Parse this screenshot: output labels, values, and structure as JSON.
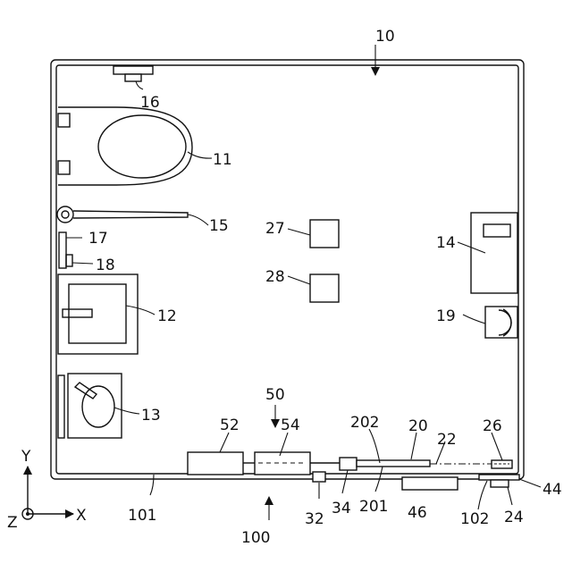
{
  "labels": {
    "room": "10",
    "toilet": "11",
    "sink": "12",
    "basin": "13",
    "cabinet": "14",
    "rail": "15",
    "vent": "16",
    "panel": "17",
    "outlet": "18",
    "light": "19",
    "door": "20",
    "track": "22",
    "motor": "24",
    "sensor_top": "26",
    "sensor_a": "27",
    "sensor_b": "28",
    "unit_small": "32",
    "coupler": "34",
    "bar_46": "46",
    "device_44": "44",
    "system": "50",
    "box_52": "52",
    "box_54": "54",
    "assembly": "100",
    "wall_101": "101",
    "wall_102": "102",
    "line_201": "201",
    "line_202": "202"
  },
  "axes": {
    "y": "Y",
    "x": "X",
    "z": "Z"
  }
}
